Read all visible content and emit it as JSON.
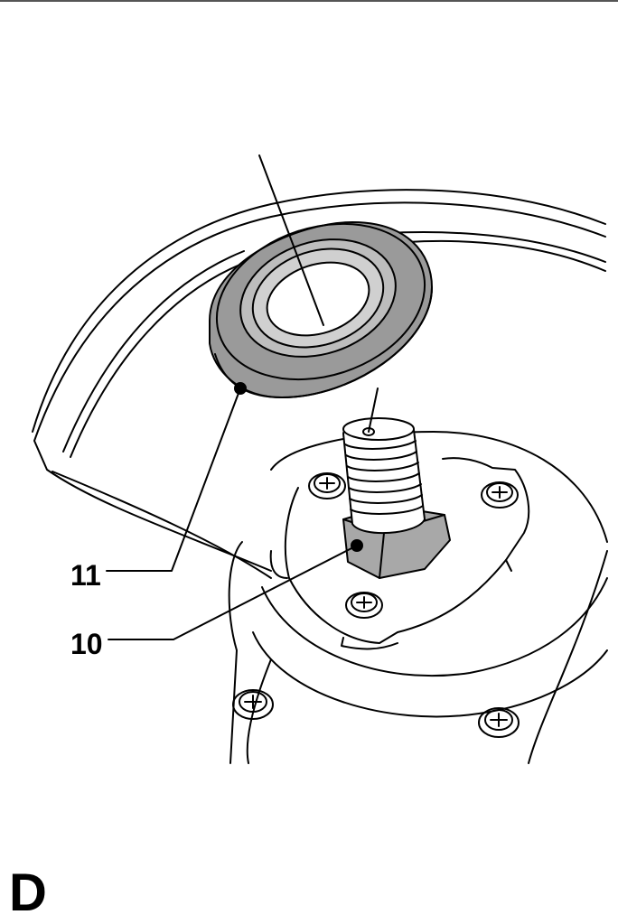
{
  "callouts": {
    "part_11": "11",
    "part_10": "10"
  },
  "page_letter": "D",
  "colors": {
    "line": "#000000",
    "washer_fill": "#9a9a9a",
    "nut_fill": "#a8a8a8",
    "background": "#ffffff"
  }
}
